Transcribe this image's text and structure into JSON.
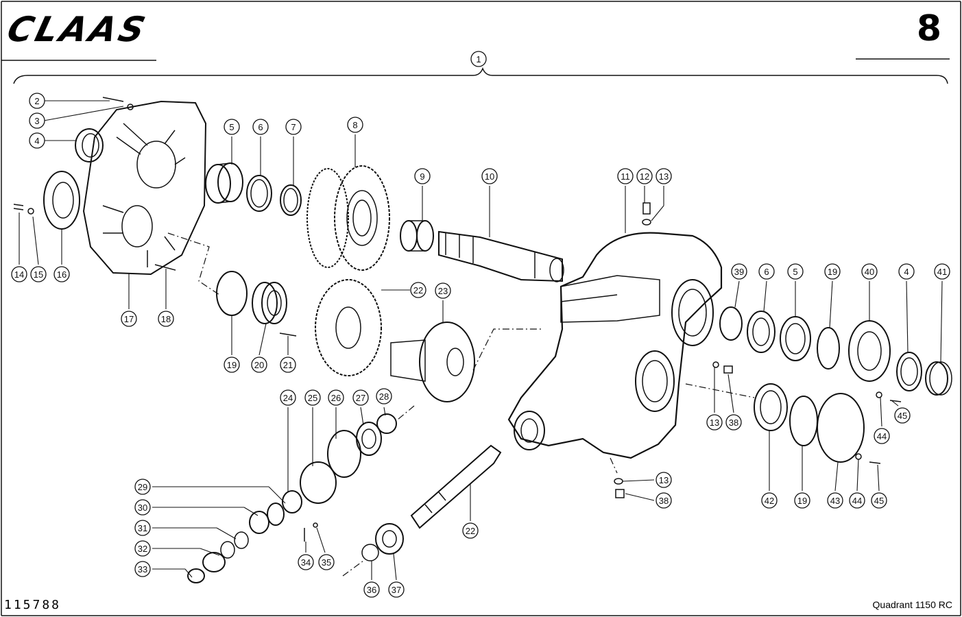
{
  "header": {
    "brand": "CLAAS",
    "page_number": "8"
  },
  "footer": {
    "drawing_number": "115788",
    "model": "Quadrant 1150 RC"
  },
  "callouts": [
    "1",
    "2",
    "3",
    "4",
    "5",
    "6",
    "7",
    "8",
    "9",
    "10",
    "11",
    "12",
    "13",
    "14",
    "15",
    "16",
    "17",
    "18",
    "19",
    "20",
    "21",
    "22",
    "23",
    "4",
    "5",
    "6",
    "19",
    "39",
    "40",
    "41",
    "13",
    "38",
    "42",
    "19",
    "43",
    "44",
    "45",
    "44",
    "45",
    "24",
    "25",
    "26",
    "27",
    "28",
    "29",
    "30",
    "31",
    "32",
    "33",
    "34",
    "35",
    "36",
    "37",
    "22",
    "13",
    "38"
  ]
}
